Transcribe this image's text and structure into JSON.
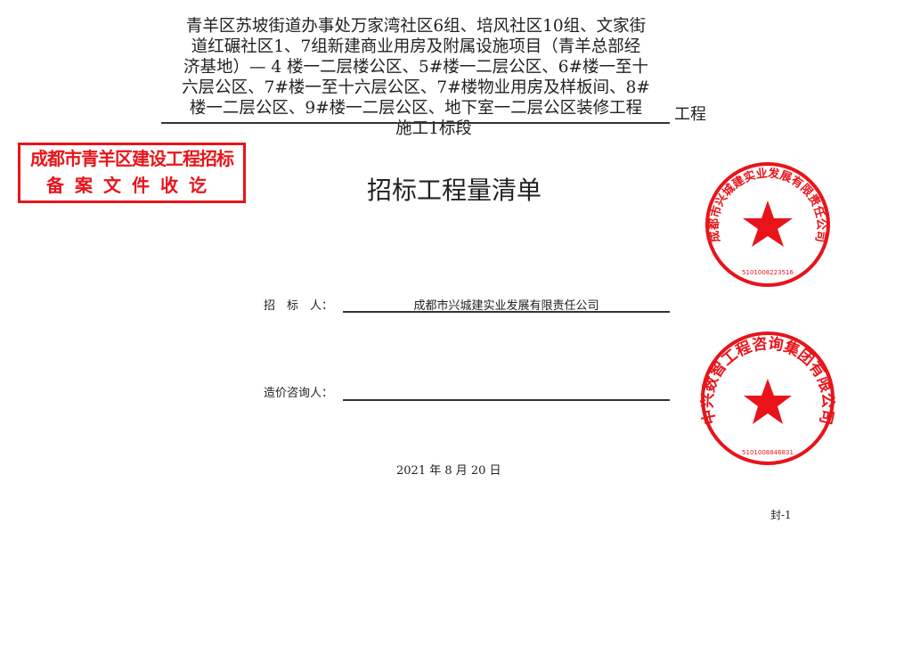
{
  "project": {
    "lines": [
      "青羊区苏坡街道办事处万家湾社区6组、培风社区10组、文家街",
      "道红碾社区1、7组新建商业用房及附属设施项目（青羊总部经",
      "济基地）— 4 楼一二层楼公区、5#楼一二层公区、6#楼一至十",
      "六层公区、7#楼一至十六层公区、7#楼物业用房及样板间、8#",
      "楼一二层公区、9#楼一二层公区、地下室一二层公区装修工程",
      "施工1标段"
    ],
    "suffix": "工程"
  },
  "title": "招标工程量清单",
  "tenderer": {
    "label": "招　标　人：",
    "value": "成都市兴城建实业发展有限责任公司"
  },
  "consultant": {
    "label": "造价咨询人：",
    "value": ""
  },
  "date": "2021 年 8 月 20 日",
  "page_code": "封-1",
  "stamps": {
    "filing_box": {
      "line1": "成都市青羊区建设工程招标",
      "line2": "备案文件收讫"
    },
    "seal_tenderer": {
      "text": "成都市兴城建实业发展有限责任公司",
      "code": "5101008223516"
    },
    "seal_consultant": {
      "text": "中兴数智工程咨询集团有限公司",
      "code": "5101008846831"
    }
  },
  "colors": {
    "stamp_red": "#e8141a",
    "text": "#222222"
  }
}
